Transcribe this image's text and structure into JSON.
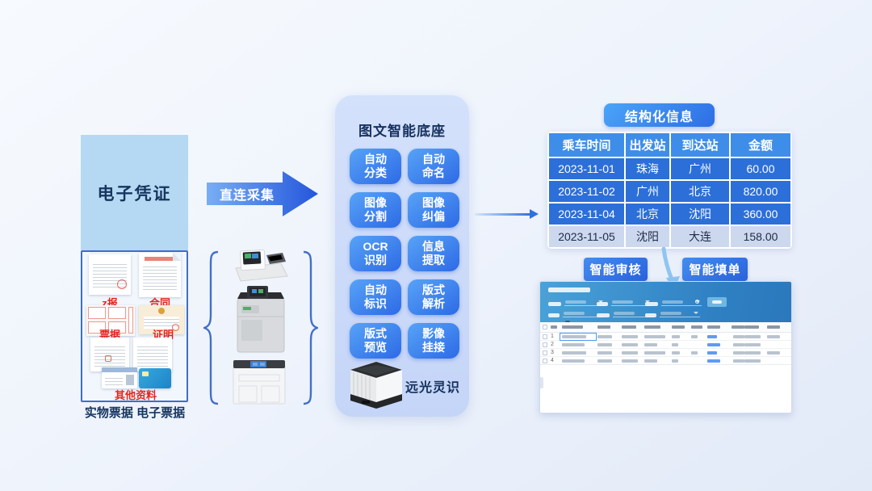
{
  "colors": {
    "accent_blue": "#2d6fe0",
    "source_box_bg": "#b5d9f3",
    "panel_bg": "#cddcf9",
    "table_header_bg": "#3e8ee9",
    "table_row_bg": "#2c6fd9",
    "table_last_row_bg": "#ccd8ee",
    "red_label": "#e6231e",
    "navy_text": "#16315e",
    "screenshot_header_bg": "#3a93cd"
  },
  "source": {
    "title": "电子凭证",
    "doc_labels": [
      "z报",
      "合同",
      "票据",
      "证明",
      "其他资料"
    ],
    "caption": "实物票据 电子票据"
  },
  "collect": {
    "label": "直连采集"
  },
  "platform": {
    "title": "图文智能底座",
    "buttons": [
      [
        "自动",
        "分类"
      ],
      [
        "自动",
        "命名"
      ],
      [
        "图像",
        "分割"
      ],
      [
        "图像",
        "纠偏"
      ],
      [
        "OCR",
        "识别"
      ],
      [
        "信息",
        "提取"
      ],
      [
        "自动",
        "标识"
      ],
      [
        "版式",
        "解析"
      ],
      [
        "版式",
        "预览"
      ],
      [
        "影像",
        "挂接"
      ]
    ],
    "brand": "远光灵识"
  },
  "structured": {
    "title": "结构化信息",
    "headers": [
      "乘车时间",
      "出发站",
      "到达站",
      "金额"
    ],
    "rows": [
      [
        "2023-11-01",
        "珠海",
        "广州",
        "60.00"
      ],
      [
        "2023-11-02",
        "广州",
        "北京",
        "820.00"
      ],
      [
        "2023-11-04",
        "北京",
        "沈阳",
        "360.00"
      ],
      [
        "2023-11-05",
        "沈阳",
        "大连",
        "158.00"
      ]
    ]
  },
  "actions": {
    "review": "智能审核",
    "fill": "智能填单"
  },
  "mini_screenshot": {
    "row_numbers": [
      "1",
      "2",
      "3",
      "4"
    ]
  }
}
